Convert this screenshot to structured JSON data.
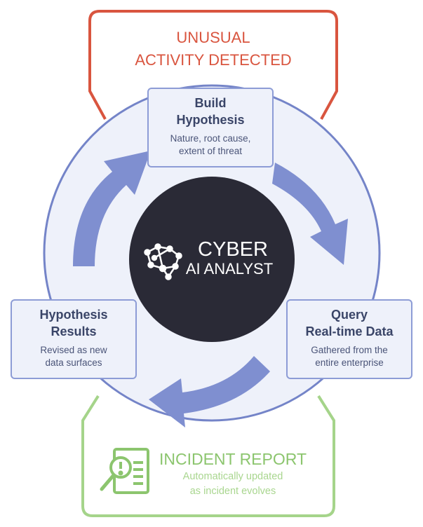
{
  "alert": {
    "line1": "UNUSUAL",
    "line2": "ACTIVITY DETECTED"
  },
  "center": {
    "line1": "CYBER",
    "line2": "AI ANALYST",
    "icon": "neural-network-icon"
  },
  "steps": [
    {
      "title1": "Build",
      "title2": "Hypothesis",
      "desc1": "Nature, root cause,",
      "desc2": "extent of threat"
    },
    {
      "title1": "Query",
      "title2": "Real-time Data",
      "desc1": "Gathered from the",
      "desc2": "entire enterprise"
    },
    {
      "title1": "Hypothesis",
      "title2": "Results",
      "desc1": "Revised as new",
      "desc2": "data surfaces"
    }
  ],
  "report": {
    "title": "INCIDENT REPORT",
    "desc1": "Automatically updated",
    "desc2": "as incident evolves",
    "icon": "report-magnifier-icon"
  },
  "colors": {
    "red": "#d9553f",
    "green": "#a5d48a",
    "blue": "#7f8fd0",
    "dark": "#2a2a36"
  }
}
